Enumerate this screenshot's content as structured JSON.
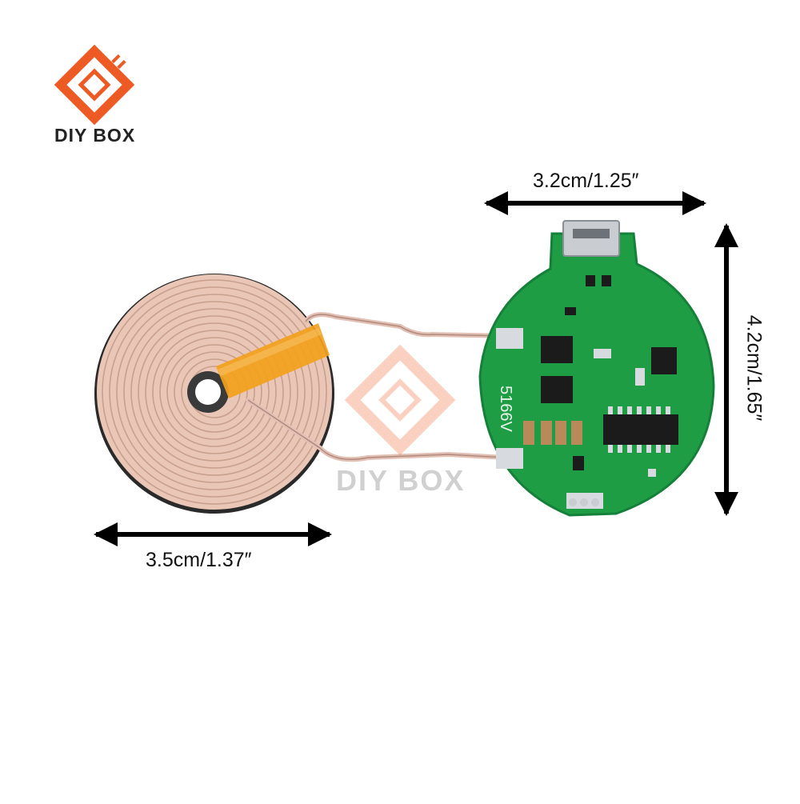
{
  "brand": {
    "name": "DIY BOX",
    "logo_color": "#ee5a24"
  },
  "watermark": {
    "text": "DIY BOX"
  },
  "dimensions": {
    "board_width": "3.2cm/1.25″",
    "board_height": "4.2cm/1.65″",
    "coil_width": "3.5cm/1.37″"
  },
  "pcb": {
    "silkscreen": "5166V",
    "color": "#1f9d45"
  },
  "coil": {
    "color": "#e9c6b6",
    "tape_color": "#f2a11d"
  }
}
